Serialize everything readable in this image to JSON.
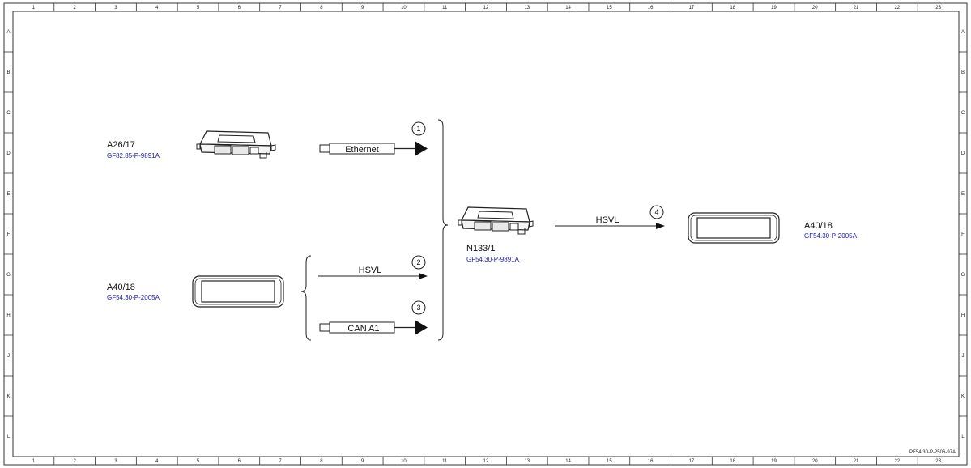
{
  "ruler": {
    "columns": [
      "1",
      "2",
      "3",
      "4",
      "5",
      "6",
      "7",
      "8",
      "9",
      "10",
      "11",
      "12",
      "13",
      "14",
      "15",
      "16",
      "17",
      "18",
      "19",
      "20",
      "21",
      "22",
      "23"
    ],
    "rows": [
      "A",
      "B",
      "C",
      "D",
      "E",
      "F",
      "G",
      "H",
      "J",
      "K",
      "L"
    ]
  },
  "components": {
    "a26_17": {
      "name": "A26/17",
      "ref": "GF82.85-P-9891A"
    },
    "a40_18_left": {
      "name": "A40/18",
      "ref": "GF54.30-P-2005A"
    },
    "n133_1": {
      "name": "N133/1",
      "ref": "GF54.30-P-9891A"
    },
    "a40_18_right": {
      "name": "A40/18",
      "ref": "GF54.30-P-2005A"
    }
  },
  "signals": {
    "ethernet": {
      "label": "Ethernet",
      "number": "1"
    },
    "hsvl_left": {
      "label": "HSVL",
      "number": "2"
    },
    "can_a1": {
      "label": "CAN A1",
      "number": "3"
    },
    "hsvl_right": {
      "label": "HSVL",
      "number": "4"
    }
  },
  "footer": {
    "doc_id": "PE54.30-P-2506-97A"
  }
}
